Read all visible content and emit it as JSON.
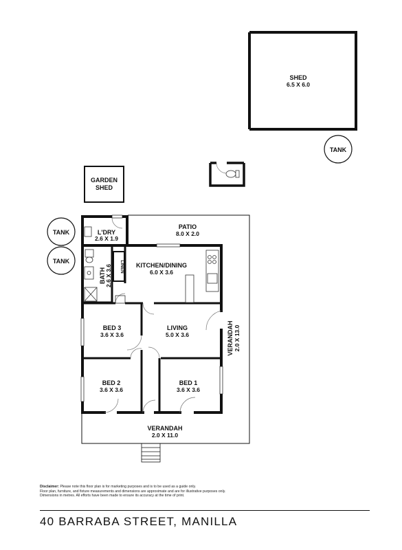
{
  "rooms": {
    "shed": {
      "name": "SHED",
      "dims": "6.5 X 6.0"
    },
    "garden_shed": {
      "line1": "GARDEN",
      "line2": "SHED"
    },
    "laundry": {
      "name": "L'DRY",
      "dims": "2.6 X 1.9"
    },
    "patio": {
      "name": "PATIO",
      "dims": "8.0 X 2.0"
    },
    "bath": {
      "name": "BATH",
      "dims": "2.6 X 3.6"
    },
    "linen": {
      "name": "LINEN"
    },
    "kitchen": {
      "name": "KITCHEN/DINING",
      "dims": "6.0 X 3.6"
    },
    "bed3": {
      "name": "BED 3",
      "dims": "3.6 X 3.6"
    },
    "living": {
      "name": "LIVING",
      "dims": "5.0 X 3.6"
    },
    "bed2": {
      "name": "BED 2",
      "dims": "3.6 X 3.6"
    },
    "bed1": {
      "name": "BED 1",
      "dims": "3.6 X 3.6"
    },
    "verandah_side": {
      "name": "VERANDAH",
      "dims": "2.0 X 13.0"
    },
    "verandah_front": {
      "name": "VERANDAH",
      "dims": "2.0 X 11.0"
    }
  },
  "tanks": {
    "tank1": "TANK",
    "tank2": "TANK",
    "tank3": "TANK"
  },
  "disclaimer": {
    "heading": "Disclaimer:",
    "line1": "Please note this floor plan is for marketing purposes and is to be used as a guide only.",
    "line2": "Floor plan, furniture, and fixture measurements and dimensions are approximate and are for illustrative purposes only.",
    "line3": "Dimensions in metres. All efforts have been made to ensure its accuracy at the time of print."
  },
  "address": "40 BARRABA STREET, MANILLA"
}
